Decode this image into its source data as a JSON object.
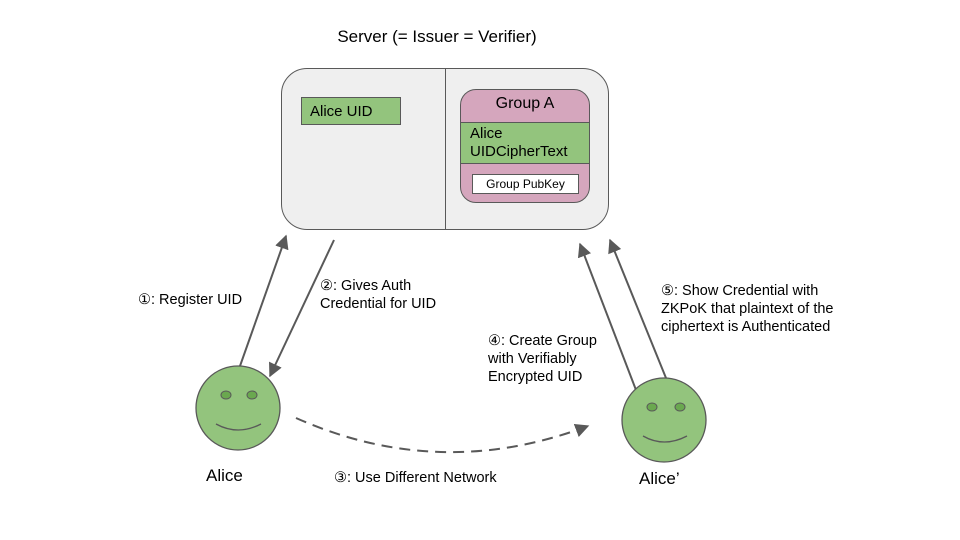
{
  "diagram": {
    "title": "Server (= Issuer = Verifier)",
    "server": {
      "left_panel": {
        "uid_box": "Alice UID"
      },
      "right_panel": {
        "group": {
          "title": "Group A",
          "ciphertext_line1": "Alice",
          "ciphertext_line2": "UIDCipherText",
          "pubkey": "Group PubKey"
        }
      }
    },
    "actors": {
      "alice": "Alice",
      "alice_prime": "Alice’"
    },
    "steps": {
      "s1": "①: Register UID",
      "s2_line1": "②: Gives Auth",
      "s2_line2": "Credential for UID",
      "s3": "③: Use Different Network",
      "s4_line1": "④: Create Group",
      "s4_line2": "with Verifiably",
      "s4_line3": "Encrypted UID",
      "s5_line1": "⑤: Show Credential with",
      "s5_line2": "ZKPoK that plaintext of the",
      "s5_line3": "ciphertext is Authenticated"
    },
    "colors": {
      "server_fill": "#efefef",
      "green": "#93c47d",
      "pink": "#d5a6bd",
      "stroke": "#595959"
    }
  }
}
